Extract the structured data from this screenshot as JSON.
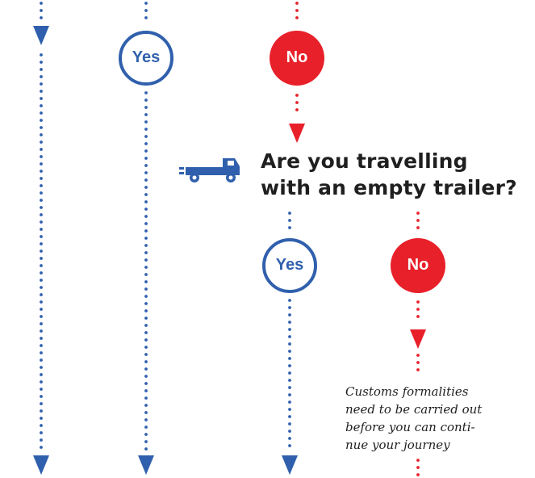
{
  "question": {
    "line1": "Are you travelling",
    "line2": "with an empty trailer?"
  },
  "nodes": {
    "yes_top": "Yes",
    "no_top": "No",
    "yes_mid": "Yes",
    "no_mid": "No"
  },
  "note": {
    "line1": "Customs formalities",
    "line2": "need to be carried out",
    "line3": "before you can conti-",
    "line4": "nue your journey"
  },
  "colors": {
    "blue": "#3060ad",
    "red": "#e8202a",
    "text": "#1f1f1f"
  },
  "icons": {
    "truck": "flatbed-truck-icon"
  }
}
